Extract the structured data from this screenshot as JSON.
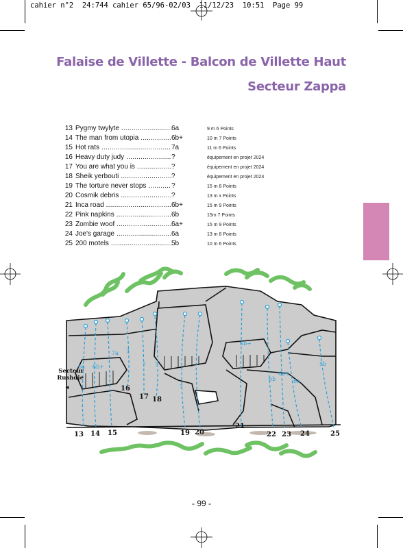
{
  "header": {
    "text": "cahier n°2  24:744 cahier 65/96-02/03  11/12/23  10:51  Page 99"
  },
  "title": {
    "line1": "Falaise de Villette - Balcon de Villette Haut",
    "line2": "Secteur Zappa"
  },
  "routes": [
    {
      "num": "13",
      "name": "Pygmy twylyte",
      "grade": "6a",
      "info": "9 m    6 Points"
    },
    {
      "num": "14",
      "name": "The man from utopia",
      "grade": "6b+",
      "info": "10 m   7 Points"
    },
    {
      "num": "15",
      "name": "Hot rats",
      "grade": "7a",
      "info": "11 m   6 Points"
    },
    {
      "num": "16",
      "name": "Heavy duty judy",
      "grade": "?",
      "info": "équipement en projet 2024"
    },
    {
      "num": "17",
      "name": "You are what you is",
      "grade": "?",
      "info": "équipement en projet 2024"
    },
    {
      "num": "18",
      "name": "Sheik yerbouti",
      "grade": "?",
      "info": "équipement en projet 2024"
    },
    {
      "num": "19",
      "name": "The torture never stops",
      "grade": "?",
      "info": "15 m   8 Points"
    },
    {
      "num": "20",
      "name": "Cosmik debris",
      "grade": "?",
      "info": "13 m   x Points"
    },
    {
      "num": "21",
      "name": "Inca road",
      "grade": "6b+",
      "info": "15 m   9 Points"
    },
    {
      "num": "22",
      "name": "Pink napkins",
      "grade": "6b",
      "info": "15m    7 Points"
    },
    {
      "num": "23",
      "name": "Zombie woof",
      "grade": "6a+",
      "info": "15 m   9 Points"
    },
    {
      "num": "24",
      "name": "Joe's garage",
      "grade": "6a",
      "info": "13 m   8 Points"
    },
    {
      "num": "25",
      "name": "200 motels",
      "grade": "5b",
      "info": "10 m    6 Points"
    }
  ],
  "topo": {
    "side_label": "Secteur Rushdie",
    "side_arrow": "◄",
    "route_numbers": [
      "13",
      "14",
      "15",
      "16",
      "17",
      "18",
      "19",
      "20",
      "21",
      "22",
      "23",
      "24",
      "25"
    ],
    "grade_labels": [
      "6a",
      "6b+",
      "7a",
      "?",
      "?",
      "?",
      "?",
      "6b+",
      "6b",
      "6a+",
      "6a",
      "5b"
    ],
    "colors": {
      "rock": "#cccccc",
      "route": "#2a9fd6",
      "vegetation": "#55b848",
      "ink": "#111111"
    }
  },
  "page_number": "- 99 -",
  "tab_color": "#d487b4"
}
